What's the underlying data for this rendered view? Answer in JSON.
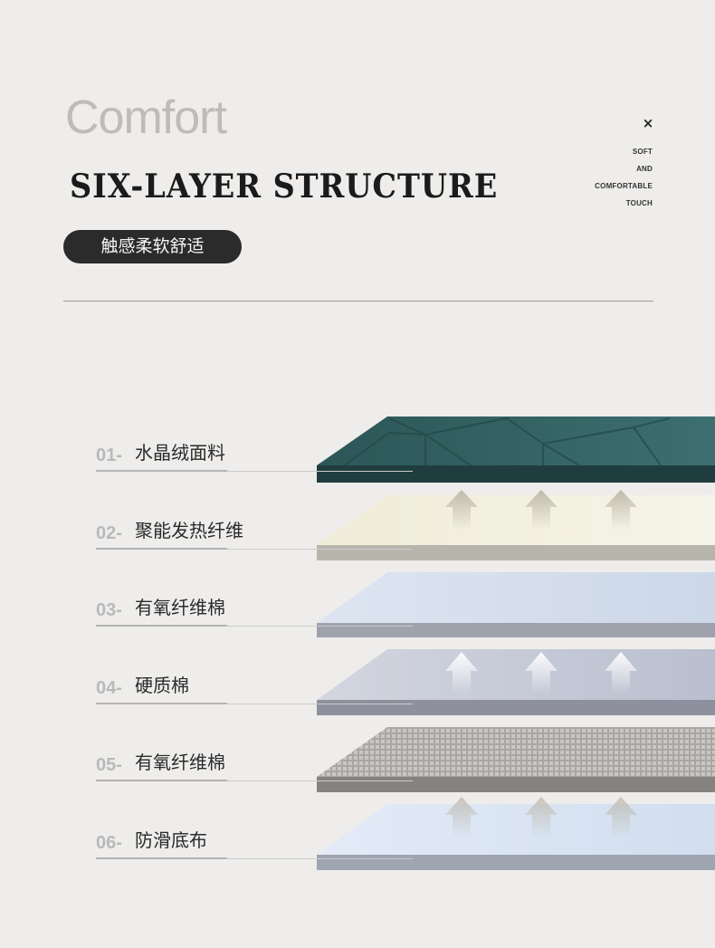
{
  "header": {
    "comfort": "Comfort",
    "structure": "SIX-LAYER STRUCTURE",
    "tag": "触感柔软舒适",
    "close_icon": "×",
    "side_lines": [
      "SOFT",
      "AND",
      "COMFORTABLE",
      "TOUCH"
    ]
  },
  "layers": [
    {
      "num": "01-",
      "name": "水晶绒面料",
      "color": "#2f5c5d"
    },
    {
      "num": "02-",
      "name": "聚能发热纤维",
      "color": "#f1efdf"
    },
    {
      "num": "03-",
      "name": "有氧纤维棉",
      "color": "#d9e2ef"
    },
    {
      "num": "04-",
      "name": "硬质棉",
      "color": "#c9ccd8"
    },
    {
      "num": "05-",
      "name": "有氧纤维棉",
      "color": "#b3b1ad"
    },
    {
      "num": "06-",
      "name": "防滑底布",
      "color": "#dbe6f5"
    }
  ],
  "icons": {
    "arrow": "up-arrow-icon",
    "close": "close-icon"
  }
}
